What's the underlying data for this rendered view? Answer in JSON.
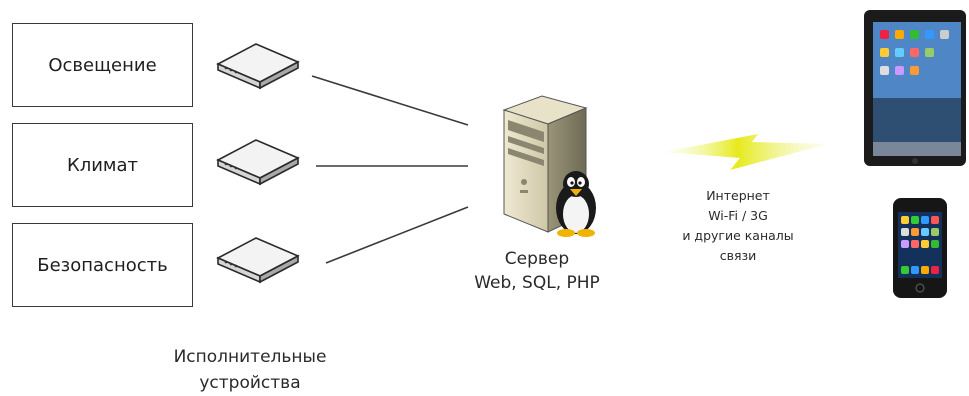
{
  "subsystems": [
    {
      "label": "Освещение"
    },
    {
      "label": "Климат"
    },
    {
      "label": "Безопасность"
    }
  ],
  "server": {
    "line1": "Сервер",
    "line2": "Web, SQL, PHP"
  },
  "channel": {
    "line1": "Интернет",
    "line2": "Wi-Fi / 3G",
    "line3": "и другие каналы",
    "line4": "связи"
  },
  "actuators": {
    "line1": "Исполнительные",
    "line2": "устройства"
  }
}
